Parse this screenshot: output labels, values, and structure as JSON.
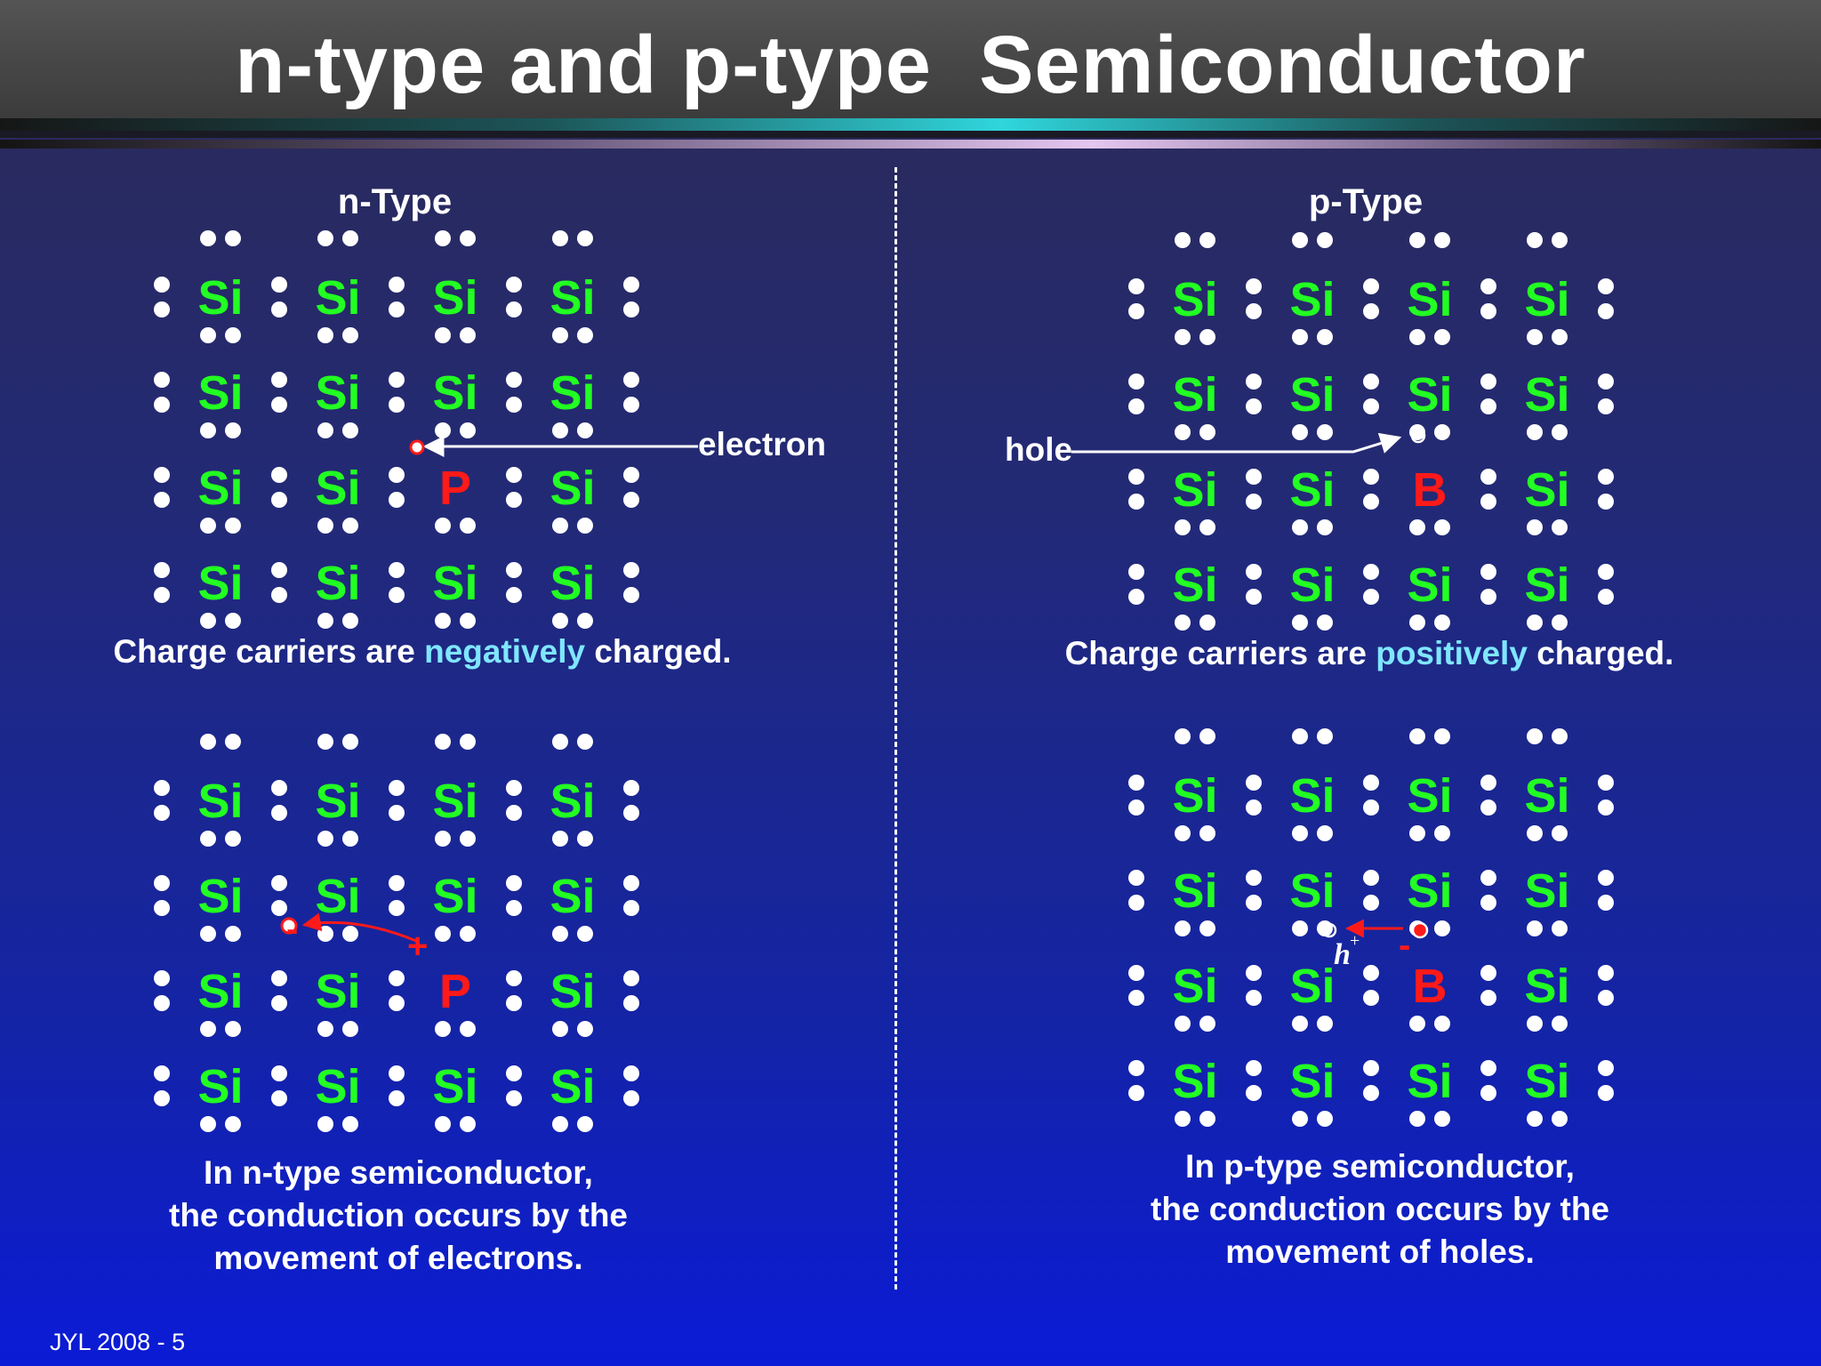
{
  "slide": {
    "title": "n-type and p-type  Semiconductor",
    "footer": "JYL 2008 - 5"
  },
  "panels": {
    "n_top": {
      "heading": "n-Type",
      "caption_pre": "Charge carriers are ",
      "caption_hl": "negatively",
      "caption_post": " charged.",
      "grid": [
        [
          "Si",
          "Si",
          "Si",
          "Si"
        ],
        [
          "Si",
          "Si",
          "Si",
          "Si"
        ],
        [
          "Si",
          "Si",
          "P",
          "Si"
        ],
        [
          "Si",
          "Si",
          "Si",
          "Si"
        ]
      ],
      "label": "electron"
    },
    "p_top": {
      "heading": "p-Type",
      "caption_pre": "Charge carriers are ",
      "caption_hl": "positively",
      "caption_post": " charged.",
      "grid": [
        [
          "Si",
          "Si",
          "Si",
          "Si"
        ],
        [
          "Si",
          "Si",
          "Si",
          "Si"
        ],
        [
          "Si",
          "Si",
          "B",
          "Si"
        ],
        [
          "Si",
          "Si",
          "Si",
          "Si"
        ]
      ],
      "label": "hole"
    },
    "n_bottom": {
      "grid": [
        [
          "Si",
          "Si",
          "Si",
          "Si"
        ],
        [
          "Si",
          "Si",
          "Si",
          "Si"
        ],
        [
          "Si",
          "Si",
          "P",
          "Si"
        ],
        [
          "Si",
          "Si",
          "Si",
          "Si"
        ]
      ],
      "text": "In n-type semiconductor,\nthe conduction occurs by the\nmovement of electrons.",
      "minus": "-",
      "plus": "+"
    },
    "p_bottom": {
      "grid": [
        [
          "Si",
          "Si",
          "Si",
          "Si"
        ],
        [
          "Si",
          "Si",
          "Si",
          "Si"
        ],
        [
          "Si",
          "Si",
          "B",
          "Si"
        ],
        [
          "Si",
          "Si",
          "Si",
          "Si"
        ]
      ],
      "text": "In p-type semiconductor,\nthe conduction occurs by the\nmovement of holes.",
      "hole_symbol": "h",
      "hole_sup": "+",
      "minus": "-"
    }
  },
  "colors": {
    "silicon": "#22ff22",
    "dopant": "#ff1a1a",
    "electron": "#ffffff",
    "highlight": "#7fe6ff"
  }
}
